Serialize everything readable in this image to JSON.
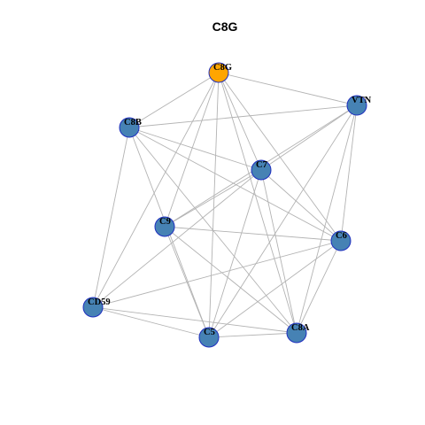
{
  "title": "C8G",
  "colors": {
    "highlight": "#ffa500",
    "node": "#4682b4",
    "edge": "#b3b3b3",
    "node_border": "#1f2fbf"
  },
  "nodes": [
    {
      "id": "C8G",
      "label": "C8G",
      "highlight": true
    },
    {
      "id": "VTN",
      "label": "VTN",
      "highlight": false
    },
    {
      "id": "C8B",
      "label": "C8B",
      "highlight": false
    },
    {
      "id": "C7",
      "label": "C7",
      "highlight": false
    },
    {
      "id": "C9",
      "label": "C9",
      "highlight": false
    },
    {
      "id": "C6",
      "label": "C6",
      "highlight": false
    },
    {
      "id": "CD59",
      "label": "CD59",
      "highlight": false
    },
    {
      "id": "C5",
      "label": "C5",
      "highlight": false
    },
    {
      "id": "C8A",
      "label": "C8A",
      "highlight": false
    }
  ],
  "edges": [
    [
      "C8G",
      "VTN"
    ],
    [
      "C8G",
      "C8B"
    ],
    [
      "C8G",
      "C7"
    ],
    [
      "C8G",
      "C9"
    ],
    [
      "C8G",
      "C6"
    ],
    [
      "C8G",
      "CD59"
    ],
    [
      "C8G",
      "C5"
    ],
    [
      "C8G",
      "C8A"
    ],
    [
      "VTN",
      "C8B"
    ],
    [
      "VTN",
      "C7"
    ],
    [
      "VTN",
      "C9"
    ],
    [
      "VTN",
      "C6"
    ],
    [
      "VTN",
      "C5"
    ],
    [
      "VTN",
      "C8A"
    ],
    [
      "C8B",
      "C7"
    ],
    [
      "C8B",
      "C6"
    ],
    [
      "C8B",
      "CD59"
    ],
    [
      "C8B",
      "C5"
    ],
    [
      "C8B",
      "C8A"
    ],
    [
      "C7",
      "C9"
    ],
    [
      "C7",
      "C6"
    ],
    [
      "C7",
      "CD59"
    ],
    [
      "C7",
      "C5"
    ],
    [
      "C7",
      "C8A"
    ],
    [
      "C9",
      "C6"
    ],
    [
      "C9",
      "C5"
    ],
    [
      "C9",
      "C8A"
    ],
    [
      "C6",
      "CD59"
    ],
    [
      "C6",
      "C5"
    ],
    [
      "C6",
      "C8A"
    ],
    [
      "CD59",
      "C5"
    ],
    [
      "CD59",
      "C8A"
    ],
    [
      "C5",
      "C8A"
    ]
  ]
}
